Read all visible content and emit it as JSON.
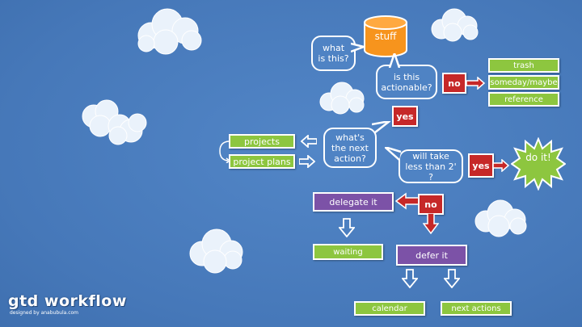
{
  "title": "gtd workflow",
  "credit": "designed by anabubula.com",
  "colors": {
    "background": "#4a7dbf",
    "green": "#8dc63f",
    "purple": "#7c52a7",
    "red": "#c62828",
    "orange": "#f7941d",
    "star": "#8dc63f",
    "white": "#ffffff"
  },
  "nodes": {
    "stuff": "stuff",
    "what_is_this": "what is this?",
    "is_actionable": "is this actionable?",
    "no_1": "no",
    "trash": "trash",
    "someday_maybe": "someday/maybe",
    "reference": "reference",
    "yes_1": "yes",
    "next_action": "what's the next action?",
    "projects": "projects",
    "project_plans": "project plans",
    "less_than_2": "will take less than 2' ?",
    "yes_2": "yes",
    "do_it": "do it!",
    "no_2": "no",
    "delegate_it": "delegate it",
    "waiting": "waiting",
    "defer_it": "defer it",
    "calendar": "calendar",
    "next_actions": "next actions"
  }
}
